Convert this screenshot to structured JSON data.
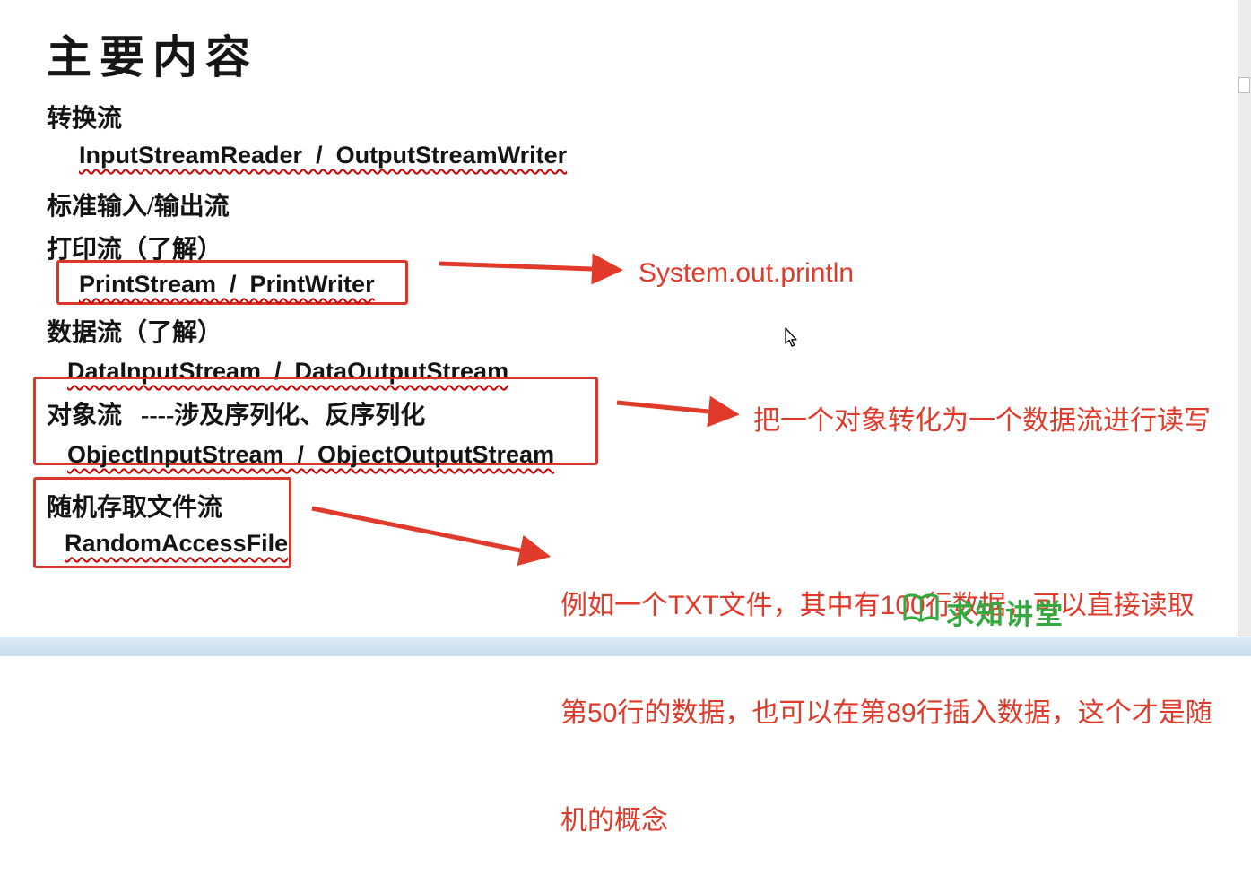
{
  "slide": {
    "title": "主要内容",
    "items": {
      "conversion_heading": "转换流",
      "conversion_code": "InputStreamReader  /  OutputStreamWriter",
      "stdio_heading": "标准输入/输出流",
      "print_heading": "打印流（了解）",
      "print_code": "PrintStream  /  PrintWriter",
      "data_heading": "数据流（了解）",
      "data_code": "DataInputStream  /  DataOutputStream",
      "object_heading": "对象流   ----涉及序列化、反序列化",
      "object_code": "ObjectInputStream  /  ObjectOutputStream",
      "random_heading": "随机存取文件流",
      "random_code": "RandomAccessFile"
    }
  },
  "annotations": {
    "print_note": "System.out.println",
    "object_note": "把一个对象转化为一个数据流进行读写",
    "random_note_lines": [
      "例如一个TXT文件，其中有100行数据，可以直接读取",
      "第50行的数据，也可以在第89行插入数据，这个才是随",
      "机的概念"
    ]
  },
  "logo": {
    "text": "求知讲堂"
  },
  "colors": {
    "annotation_red": "#e03a2a",
    "box_red": "#da372a",
    "underline_red": "#cc0000",
    "logo_green": "#33a93f"
  }
}
